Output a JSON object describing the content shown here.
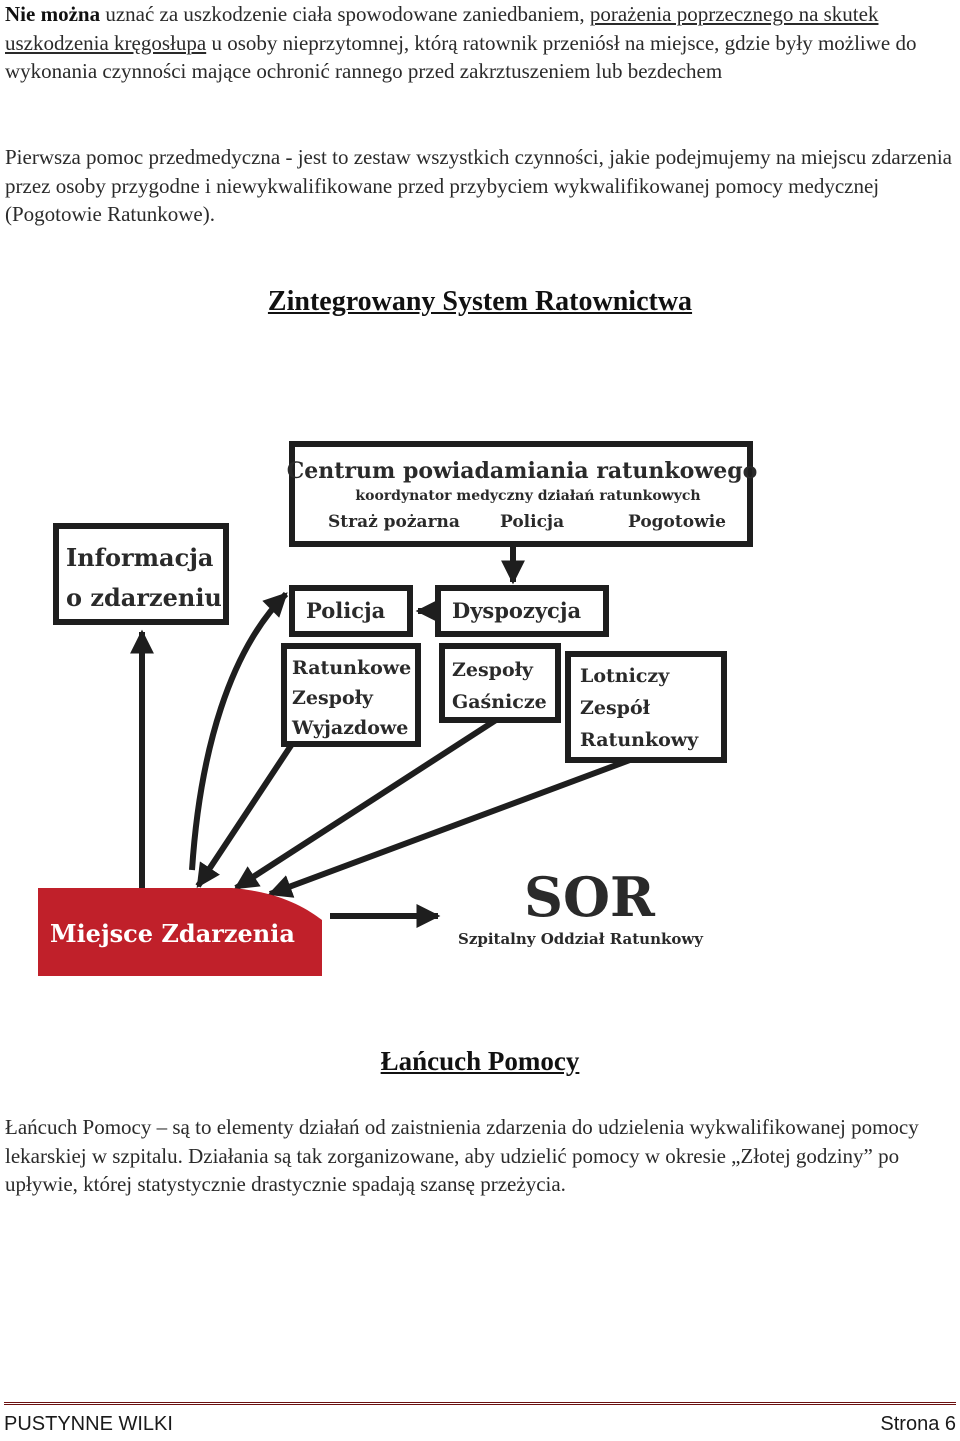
{
  "paragraph1": {
    "bold_lead": "Nie można",
    "text_a": " uznać za uszkodzenie ciała spowodowane zaniedbaniem, ",
    "underlined": "porażenia poprzecznego na skutek uszkodzenia kręgosłupa",
    "text_b": " u osoby nieprzytomnej, którą ratownik przeniósł na miejsce, gdzie były możliwe do wykonania czynności mające ochronić rannego przed zakrztuszeniem lub bezdechem"
  },
  "paragraph2": "Pierwsza pomoc przedmedyczna - jest to zestaw wszystkich czynności, jakie podejmujemy na miejscu zdarzenia przez osoby przygodne i niewykwalifikowane przed przybyciem wykwalifikowanej pomocy medycznej (Pogotowie Ratunkowe).",
  "heading1": "Zintegrowany System Ratownictwa",
  "diagram": {
    "center_title": "Centrum powiadamiania ratunkowego",
    "center_subtitle": "koordynator medyczny działań ratunkowych",
    "center_units": [
      "Straż pożarna",
      "Policja",
      "Pogotowie"
    ],
    "info_line1": "Informacja",
    "info_line2": "o zdarzeniu",
    "policja": "Policja",
    "dyspozycja": "Dyspozycja",
    "zrw": [
      "Ratunkowe",
      "Zespoły",
      "Wyjazdowe"
    ],
    "gasnicze": [
      "Zespoły",
      "Gaśnicze"
    ],
    "lotniczy": [
      "Lotniczy",
      "Zespół",
      "Ratunkowy"
    ],
    "miejsce": "Miejsce Zdarzenia",
    "sor": "SOR",
    "sor_sub": "Szpitalny Oddział Ratunkowy",
    "colors": {
      "red": "#c0202a",
      "ink": "#1e1e1e"
    }
  },
  "heading2": "Łańcuch Pomocy",
  "paragraph3": "Łańcuch Pomocy – są to elementy działań od zaistnienia zdarzenia do udzielenia wykwalifikowanej pomocy lekarskiej w szpitalu. Działania są tak zorganizowane, aby udzielić pomocy w okresie „Złotej godziny” po upływie, której statystycznie drastycznie spadają szansę przeżycia.",
  "footer": {
    "left": "PUSTYNNE WILKI",
    "right": "Strona 6"
  }
}
